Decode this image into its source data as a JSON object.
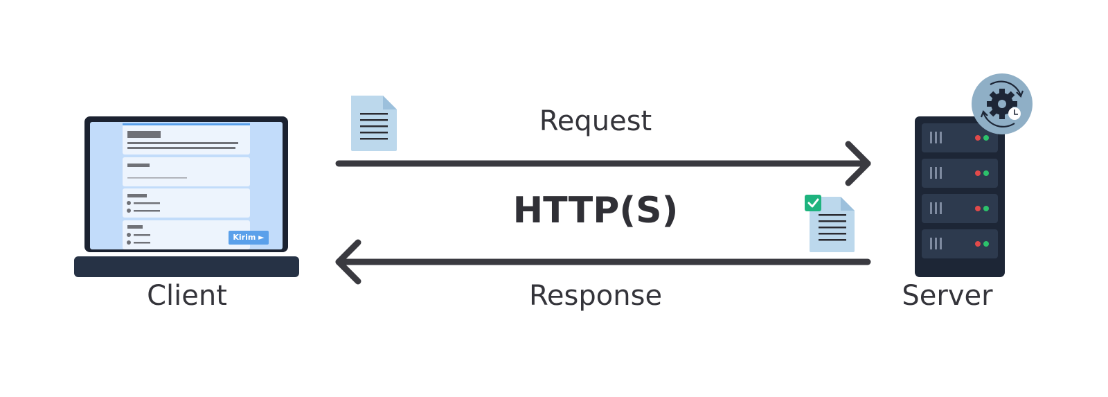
{
  "diagram": {
    "request_label": "Request",
    "protocol_label": "HTTP(S)",
    "response_label": "Response",
    "client_label": "Client",
    "server_label": "Server",
    "form_button_label": "Kirim ►"
  },
  "colors": {
    "arrow": "#3a3a40",
    "text": "#34343a",
    "laptop_frame": "#1b2230",
    "laptop_base": "#263245",
    "laptop_screen": "#c2dcfa",
    "form_card": "#edf4fd",
    "form_button": "#5aa0ea",
    "document": "#bcd8ec",
    "document_fold": "#9cc0dc",
    "check_badge": "#1eb37e",
    "server_body": "#1d2636",
    "server_unit": "#2d3a4e",
    "led_red": "#e14a4a",
    "led_green": "#2cc26b",
    "gear_circle": "#8fafc6",
    "gear": "#1d2636"
  },
  "icons": [
    "laptop-icon",
    "document-icon",
    "checked-document-icon",
    "server-icon",
    "gear-sync-icon"
  ]
}
